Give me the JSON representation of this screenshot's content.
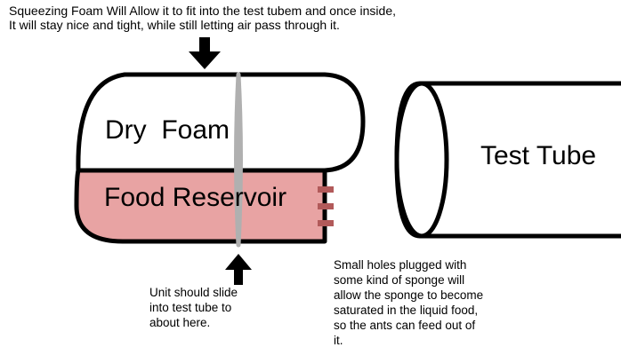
{
  "top_note": {
    "lines": [
      "Squeezing Foam Will Allow it to fit into the test tubem and once inside,",
      "It will stay nice and tight, while still letting air pass through it."
    ]
  },
  "foam_label": "Dry  Foam",
  "reservoir_label": "Food Reservoir",
  "test_tube_label": "Test Tube",
  "bottom_note": {
    "lines": [
      "Unit should slide",
      "into test tube to",
      "about here."
    ]
  },
  "holes_note": {
    "lines": [
      "Small holes plugged with",
      "some kind of sponge will",
      "allow the sponge to become",
      "saturated in the liquid food,",
      "so the ants can feed out of",
      "it."
    ]
  },
  "colors": {
    "reservoir_fill": "#e8a3a3",
    "hole_plug": "#b25a5a",
    "divider": "#b0b0b0",
    "outline": "#000000"
  }
}
